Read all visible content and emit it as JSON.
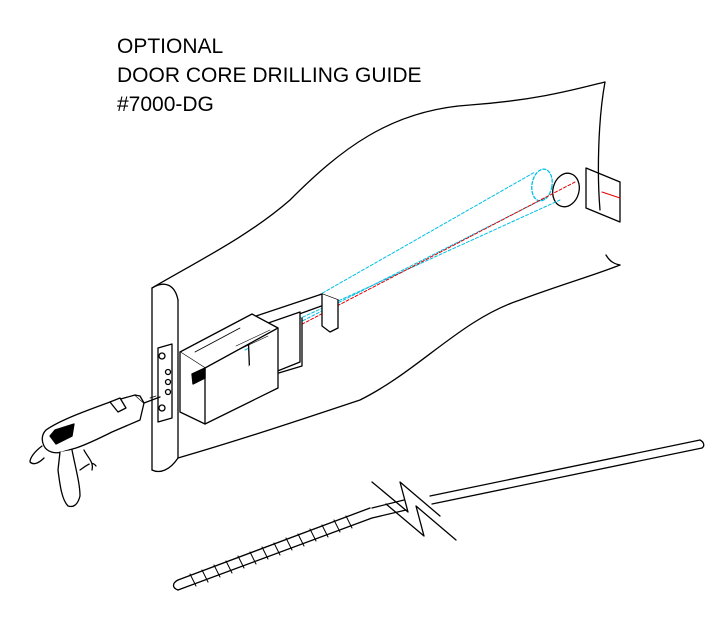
{
  "title": {
    "line1": "OPTIONAL",
    "line2": "DOOR CORE DRILLING GUIDE",
    "line3": "#7000-DG"
  },
  "colors": {
    "ink": "#000000",
    "guide_line": "#00bfe6",
    "center_line": "#e00000"
  },
  "icons": [
    "drill-icon",
    "drill-bit-icon",
    "door-panel",
    "drilling-guide-jig",
    "strike-plate"
  ]
}
